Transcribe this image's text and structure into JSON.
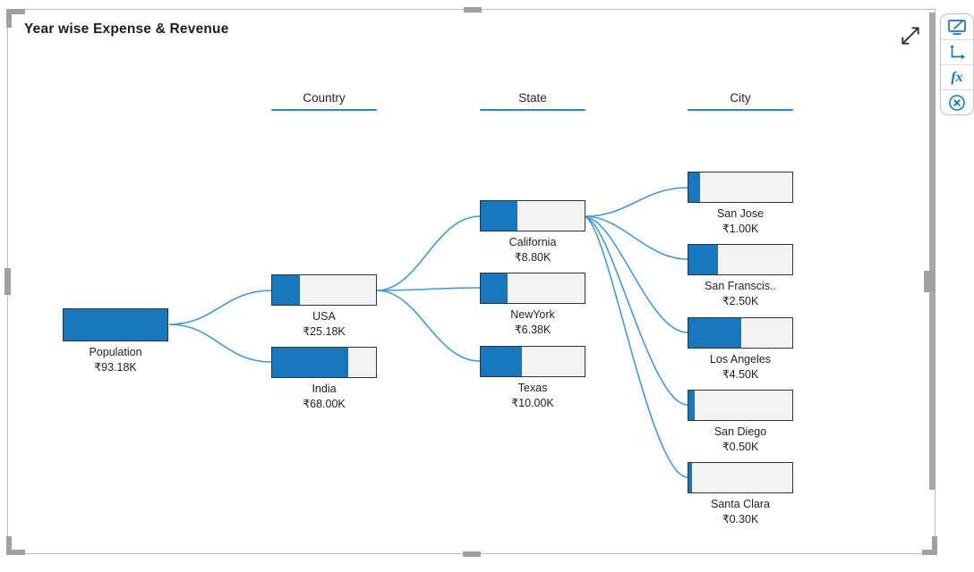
{
  "visual": {
    "title": "Year wise Expense & Revenue"
  },
  "columns": [
    {
      "label": "Country"
    },
    {
      "label": "State"
    },
    {
      "label": "City"
    }
  ],
  "chart_data": {
    "type": "decomposition-tree",
    "title": "Year wise Expense & Revenue",
    "currency_symbol": "₹",
    "unit": "K (thousands)",
    "levels": [
      "Country",
      "State",
      "City"
    ],
    "nodes": [
      {
        "id": "population",
        "level": "root",
        "parent": null,
        "label": "Population",
        "value_k": 93.18,
        "display": "₹93.18K",
        "fill_pct": 100
      },
      {
        "id": "usa",
        "level": "Country",
        "parent": "population",
        "label": "USA",
        "value_k": 25.18,
        "display": "₹25.18K",
        "fill_pct": 27
      },
      {
        "id": "india",
        "level": "Country",
        "parent": "population",
        "label": "India",
        "value_k": 68.0,
        "display": "₹68.00K",
        "fill_pct": 73
      },
      {
        "id": "california",
        "level": "State",
        "parent": "usa",
        "label": "California",
        "value_k": 8.8,
        "display": "₹8.80K",
        "fill_pct": 35
      },
      {
        "id": "newyork",
        "level": "State",
        "parent": "usa",
        "label": "NewYork",
        "value_k": 6.38,
        "display": "₹6.38K",
        "fill_pct": 25.5
      },
      {
        "id": "texas",
        "level": "State",
        "parent": "usa",
        "label": "Texas",
        "value_k": 10.0,
        "display": "₹10.00K",
        "fill_pct": 40
      },
      {
        "id": "san-jose",
        "level": "City",
        "parent": "california",
        "label": "San Jose",
        "value_k": 1.0,
        "display": "₹1.00K",
        "fill_pct": 11.5
      },
      {
        "id": "san-francisco",
        "level": "City",
        "parent": "california",
        "label": "San Franscis..",
        "value_k": 2.5,
        "display": "₹2.50K",
        "fill_pct": 28.5
      },
      {
        "id": "los-angeles",
        "level": "City",
        "parent": "california",
        "label": "Los Angeles",
        "value_k": 4.5,
        "display": "₹4.50K",
        "fill_pct": 51
      },
      {
        "id": "san-diego",
        "level": "City",
        "parent": "california",
        "label": "San Diego",
        "value_k": 0.5,
        "display": "₹0.50K",
        "fill_pct": 5.7
      },
      {
        "id": "santa-clara",
        "level": "City",
        "parent": "california",
        "label": "Santa Clara",
        "value_k": 0.3,
        "display": "₹0.30K",
        "fill_pct": 3.5
      }
    ],
    "edges": [
      [
        "population",
        "usa"
      ],
      [
        "population",
        "india"
      ],
      [
        "usa",
        "california"
      ],
      [
        "usa",
        "newyork"
      ],
      [
        "usa",
        "texas"
      ],
      [
        "california",
        "san-jose"
      ],
      [
        "california",
        "san-francisco"
      ],
      [
        "california",
        "los-angeles"
      ],
      [
        "california",
        "san-diego"
      ],
      [
        "california",
        "santa-clara"
      ]
    ],
    "colors": {
      "bar_fill": "#1778bd",
      "bar_background": "#f3f3f3",
      "bar_border": "#333333",
      "connector_line": "#3f9ad7",
      "header_underline": "#2387d6",
      "toolbar_icon_blue": "#1878bf"
    }
  },
  "toolbar": {
    "icons": [
      {
        "name": "monitor-edit-icon"
      },
      {
        "name": "axis-arrow-icon"
      },
      {
        "name": "fx-icon",
        "glyph": "fx"
      },
      {
        "name": "close-circle-icon"
      }
    ]
  }
}
